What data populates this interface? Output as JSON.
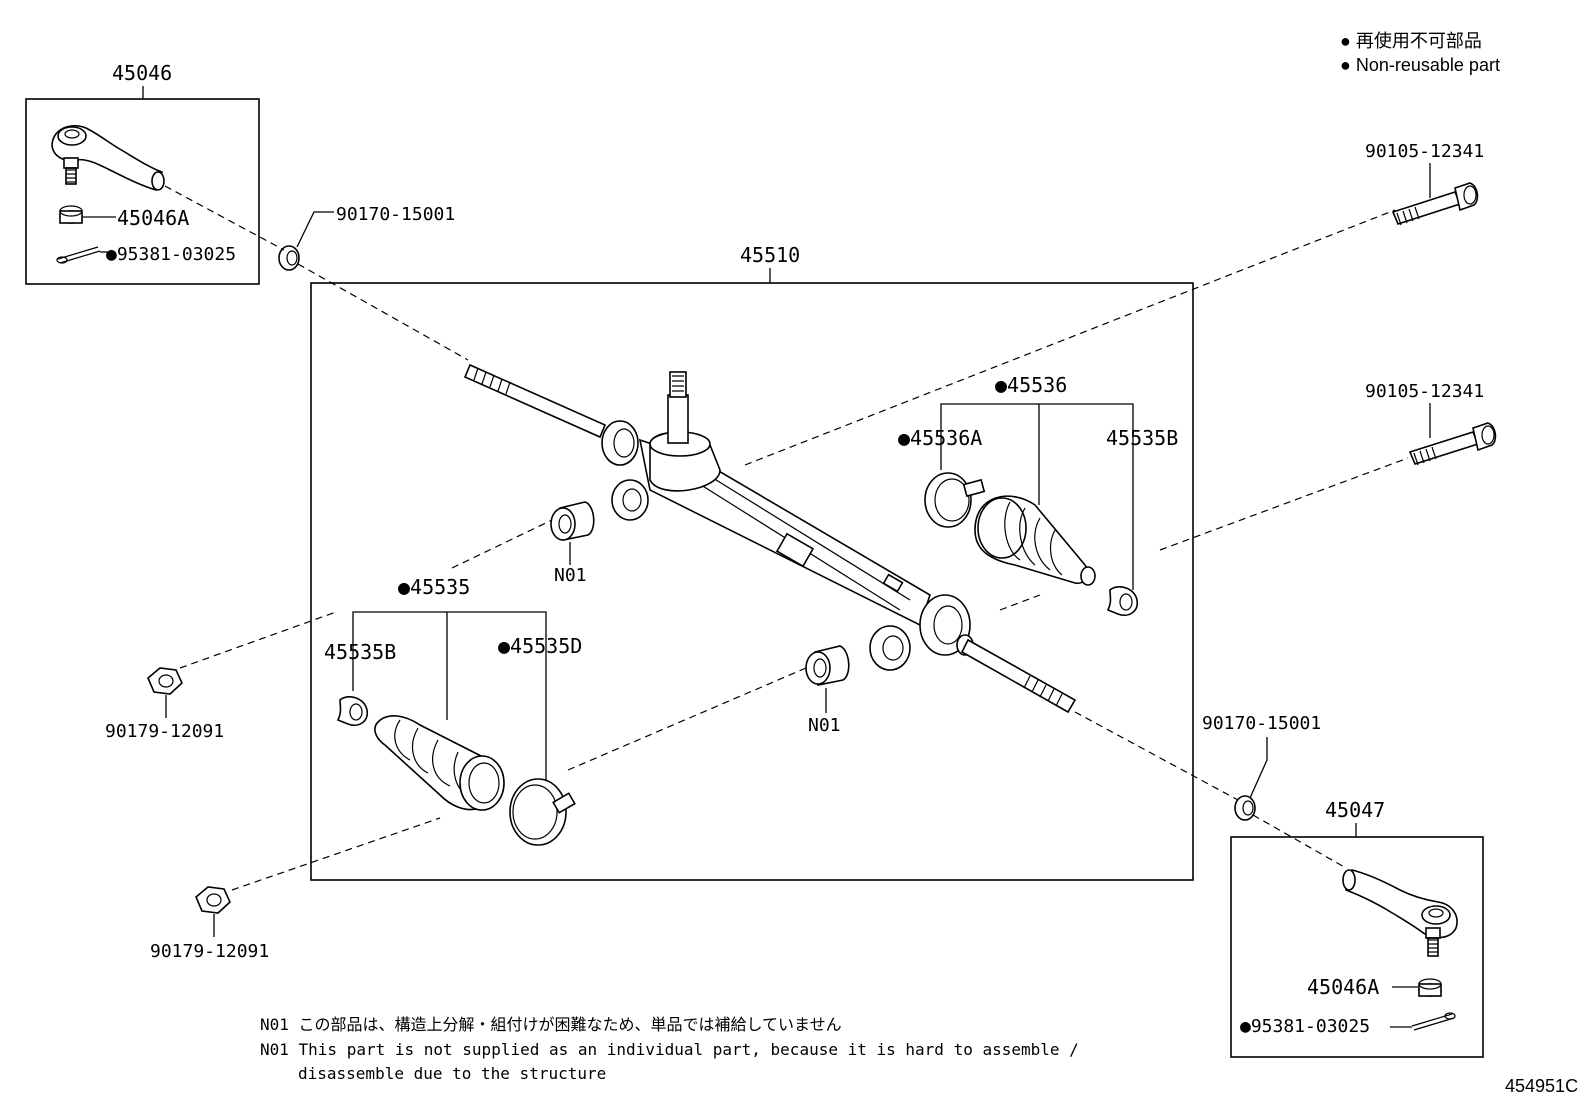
{
  "legend": {
    "line_ja": "● 再使用不可部品",
    "line_en": "● Non-reusable part"
  },
  "labels": {
    "p45046": "45046",
    "p45046A_left": "45046A",
    "p95381_left": "●95381-03025",
    "p90170_top": "90170-15001",
    "p45510": "45510",
    "p90105_top": "90105-12341",
    "p90105_mid": "90105-12341",
    "p45536": "●45536",
    "p45536A": "●45536A",
    "p45535B_right": "45535B",
    "n01_upper": "N01",
    "p45535": "●45535",
    "p45535B_left": "45535B",
    "p45535D": "●45535D",
    "p90179_top": "90179-12091",
    "n01_lower": "N01",
    "p90170_bottom": "90170-15001",
    "p45047": "45047",
    "p90179_bottom": "90179-12091",
    "p45046A_right": "45046A",
    "p95381_right": "●95381-03025"
  },
  "notes": {
    "n01_ja": "N01 この部品は、構造上分解・組付けが困難なため、単品では補給していません",
    "n01_en_1": "N01 This part is not supplied as an individual part, because it is hard to assemble /",
    "n01_en_2": "disassemble due to the structure"
  },
  "diagram_id": "454951C"
}
